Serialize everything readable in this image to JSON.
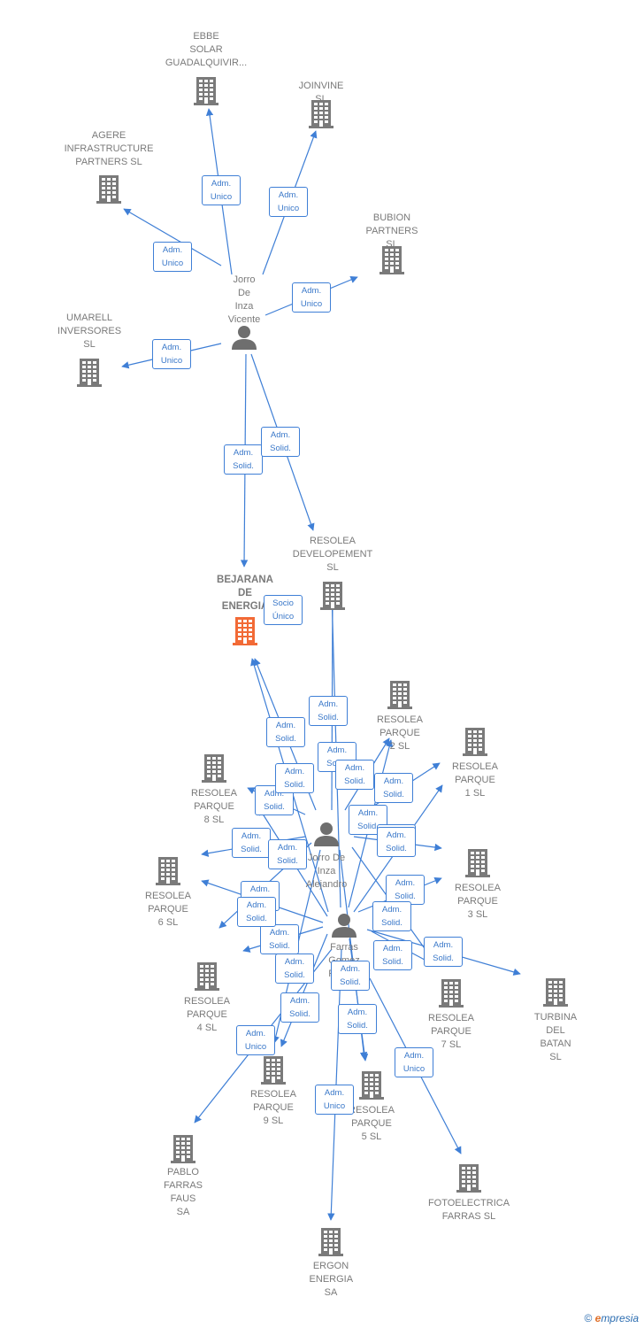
{
  "colors": {
    "edge": "#3f7fd6",
    "company": "#7a7a7a",
    "highlight": "#f26a36",
    "person": "#6e6e6e"
  },
  "nodes": [
    {
      "id": "ebbe",
      "kind": "company",
      "label": "EBBE\nSOLAR\nGUADALQUIVIR..."
    },
    {
      "id": "joinvine",
      "kind": "company",
      "label": "JOINVINE SL"
    },
    {
      "id": "agere",
      "kind": "company",
      "label": "AGERE\nINFRASTRUCTURE\nPARTNERS  SL"
    },
    {
      "id": "bubion",
      "kind": "company",
      "label": "BUBION\nPARTNERS  SL"
    },
    {
      "id": "umarell",
      "kind": "company",
      "label": "UMARELL\nINVERSORES\nSL"
    },
    {
      "id": "vicente",
      "kind": "person",
      "label": "Jorro De\nInza\nVicente"
    },
    {
      "id": "bejarana",
      "kind": "highlight",
      "label": "BEJARANA\nDE\nENERGIA"
    },
    {
      "id": "resolea_dev",
      "kind": "company",
      "label": "RESOLEA\nDEVELOPEMENT\nSL"
    },
    {
      "id": "rp2",
      "kind": "company",
      "label": "RESOLEA\nPARQUE 2  SL"
    },
    {
      "id": "rp1",
      "kind": "company",
      "label": "RESOLEA\nPARQUE 1  SL"
    },
    {
      "id": "rp8",
      "kind": "company",
      "label": "RESOLEA\nPARQUE 8  SL"
    },
    {
      "id": "alejandro",
      "kind": "person",
      "label": "Jorro De\nInza\nAlejandro"
    },
    {
      "id": "rp3",
      "kind": "company",
      "label": "RESOLEA\nPARQUE 3  SL"
    },
    {
      "id": "rp6",
      "kind": "company",
      "label": "RESOLEA\nPARQUE 6  SL"
    },
    {
      "id": "farras",
      "kind": "person",
      "label": "Farras\nGomez\nRoman"
    },
    {
      "id": "rp4",
      "kind": "company",
      "label": "RESOLEA\nPARQUE 4  SL"
    },
    {
      "id": "rp7",
      "kind": "company",
      "label": "RESOLEA\nPARQUE 7  SL"
    },
    {
      "id": "turbina",
      "kind": "company",
      "label": "TURBINA\nDEL BATAN SL"
    },
    {
      "id": "rp9",
      "kind": "company",
      "label": "RESOLEA\nPARQUE 9  SL"
    },
    {
      "id": "rp5",
      "kind": "company",
      "label": "RESOLEA\nPARQUE 5  SL"
    },
    {
      "id": "pablo",
      "kind": "company",
      "label": "PABLO\nFARRAS\nFAUS SA"
    },
    {
      "id": "fotoelectrica",
      "kind": "company",
      "label": "FOTOELECTRICA\nFARRAS  SL"
    },
    {
      "id": "ergon",
      "kind": "company",
      "label": "ERGON\nENERGIA SA"
    }
  ],
  "edges": [
    {
      "from": "vicente",
      "to": "ebbe",
      "label": "Adm.\nUnico"
    },
    {
      "from": "vicente",
      "to": "joinvine",
      "label": "Adm.\nUnico"
    },
    {
      "from": "vicente",
      "to": "agere",
      "label": "Adm.\nUnico"
    },
    {
      "from": "vicente",
      "to": "bubion",
      "label": "Adm.\nUnico"
    },
    {
      "from": "vicente",
      "to": "umarell",
      "label": "Adm.\nUnico"
    },
    {
      "from": "vicente",
      "to": "bejarana",
      "label": "Adm.\nSolid."
    },
    {
      "from": "vicente",
      "to": "resolea_dev",
      "label": "Adm.\nSolid."
    },
    {
      "from": "resolea_dev",
      "to": "bejarana",
      "label": "Socio\nÚnico"
    },
    {
      "from": "alejandro",
      "to": "bejarana",
      "label": "Adm.\nSolid."
    },
    {
      "from": "alejandro",
      "to": "resolea_dev",
      "label": "Adm.\nSolid."
    },
    {
      "from": "alejandro",
      "to": "rp2",
      "label": "Adm.\nSolid."
    },
    {
      "from": "alejandro",
      "to": "rp1",
      "label": "Adm.\nSolid."
    },
    {
      "from": "alejandro",
      "to": "rp8",
      "label": "Adm.\nSolid."
    },
    {
      "from": "alejandro",
      "to": "rp3",
      "label": "Adm.\nSolid."
    },
    {
      "from": "alejandro",
      "to": "rp6",
      "label": "Adm.\nSolid."
    },
    {
      "from": "alejandro",
      "to": "rp4",
      "label": "Adm.\nSolid."
    },
    {
      "from": "alejandro",
      "to": "rp7",
      "label": "Adm.\nSolid."
    },
    {
      "from": "alejandro",
      "to": "rp9",
      "label": "Adm.\nSolid."
    },
    {
      "from": "alejandro",
      "to": "rp5",
      "label": "Adm.\nSolid."
    },
    {
      "from": "farras",
      "to": "bejarana",
      "label": "Adm.\nSolid."
    },
    {
      "from": "farras",
      "to": "resolea_dev",
      "label": "Adm.\nSolid."
    },
    {
      "from": "farras",
      "to": "rp2",
      "label": "Adm.\nSolid."
    },
    {
      "from": "farras",
      "to": "rp1",
      "label": "Adm.\nSolid."
    },
    {
      "from": "farras",
      "to": "rp8",
      "label": "Adm.\nSolid."
    },
    {
      "from": "farras",
      "to": "rp3",
      "label": "Adm.\nSolid."
    },
    {
      "from": "farras",
      "to": "rp6",
      "label": "Adm.\nSolid."
    },
    {
      "from": "farras",
      "to": "rp4",
      "label": "Adm.\nSolid."
    },
    {
      "from": "farras",
      "to": "rp7",
      "label": "Adm.\nSolid."
    },
    {
      "from": "farras",
      "to": "rp9",
      "label": "Adm.\nSolid."
    },
    {
      "from": "farras",
      "to": "rp5",
      "label": "Adm.\nSolid."
    },
    {
      "from": "farras",
      "to": "turbina",
      "label": "Adm.\nSolid."
    },
    {
      "from": "farras",
      "to": "pablo",
      "label": "Adm.\nUnico"
    },
    {
      "from": "farras",
      "to": "fotoelectrica",
      "label": "Adm.\nUnico"
    },
    {
      "from": "farras",
      "to": "ergon",
      "label": "Adm.\nUnico"
    }
  ],
  "footer": {
    "copyright": "©",
    "brand_initial": "e",
    "brand_rest": "mpresia"
  }
}
